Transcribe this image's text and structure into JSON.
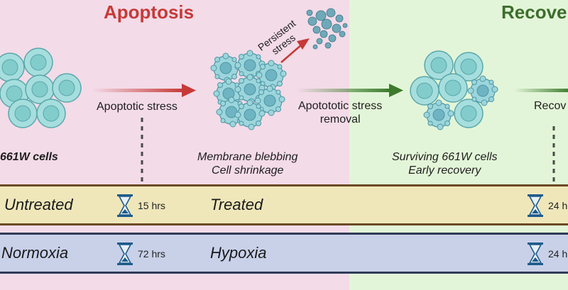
{
  "titles": {
    "apoptosis": "Apoptosis",
    "recovery": "Recove"
  },
  "labels": {
    "apoptotic_stress": "Apoptotic stress",
    "persistent": "Persistent",
    "stress": "stress",
    "removal_line1": "Apotototic stress",
    "removal_line2": "removal",
    "recovery_partial": "Recov",
    "cells": "661W cells",
    "blebbing": "Membrane blebbing",
    "shrinkage": "Cell shrinkage",
    "surviving": "Surviving 661W cells",
    "early_recovery": "Early recovery"
  },
  "band1": {
    "left": "Untreated",
    "time1": "15 hrs",
    "middle": "Treated",
    "time2": "24 h"
  },
  "band2": {
    "left": "Normoxia",
    "time1": "72 hrs",
    "middle": "Hypoxia",
    "time2": "24 h"
  },
  "colors": {
    "apoptosis_bg": "#f3dbe8",
    "recovery_bg": "#e3f5d8",
    "apoptosis_title": "#c63a37",
    "recovery_title": "#3c6e2c",
    "cell_fill": "#9fdcdc",
    "nucleus": "#7cc9c9",
    "arrow_red": "#c63a37",
    "arrow_green": "#3c7a2c"
  },
  "icons": [
    "hourglass-icon"
  ]
}
